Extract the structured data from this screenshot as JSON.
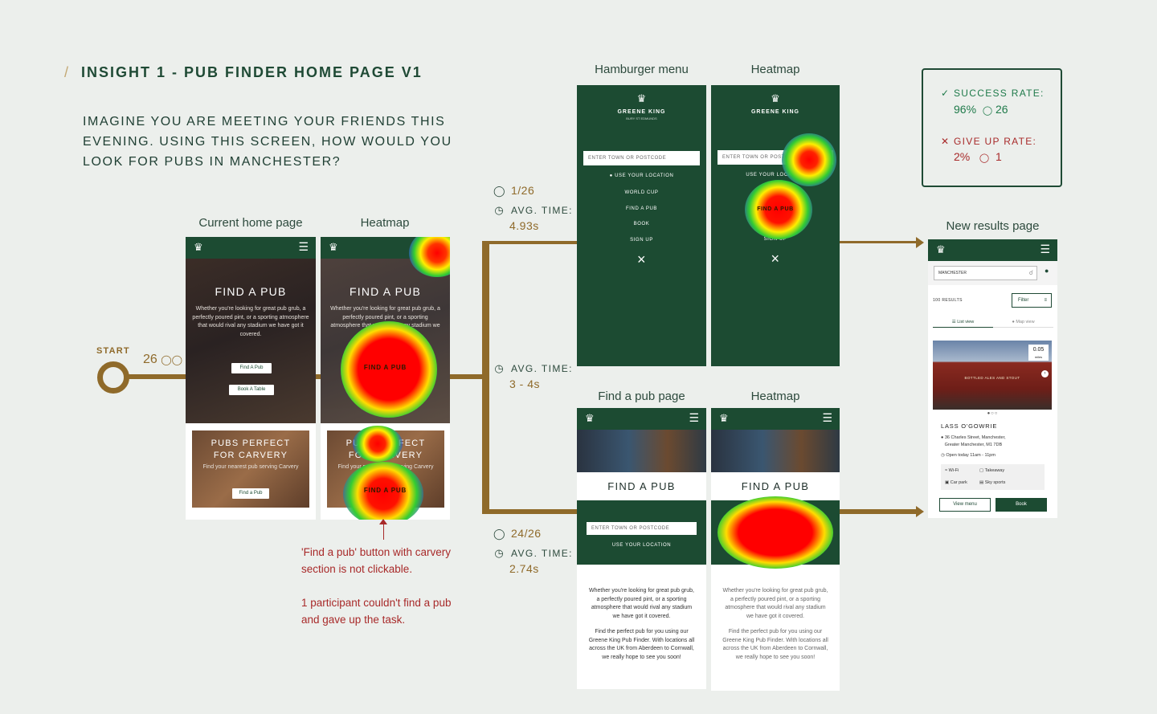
{
  "title": {
    "slash": "/",
    "insight": "INSIGHT 1",
    "dash": " - ",
    "rest": "PUB FINDER HOME PAGE V1"
  },
  "question": "IMAGINE YOU ARE MEETING YOUR FRIENDS THIS EVENING. USING THIS SCREEN, HOW WOULD YOU LOOK FOR PUBS IN MANCHESTER?",
  "start": {
    "label": "START",
    "count": "26"
  },
  "captions": {
    "current": "Current home page",
    "heatmap1": "Heatmap",
    "hamburger": "Hamburger menu",
    "heatmap2": "Heatmap",
    "findpub": "Find a pub page",
    "heatmap3": "Heatmap",
    "results": "New results page"
  },
  "home": {
    "hero_title": "FIND A PUB",
    "hero_body": "Whether you're looking for great pub grub, a perfectly poured pint, or a sporting atmosphere that would rival any stadium we have got it covered.",
    "btn1": "Find A Pub",
    "btn2": "Book A Table",
    "carvery_title": "PUBS PERFECT FOR CARVERY",
    "carvery_body": "Find your nearest pub serving Carvery",
    "carvery_btn": "Find a Pub"
  },
  "heat_labels": {
    "find_a_pub_1": "FIND A PUB",
    "find_a_pub_2": "FIND A PUB",
    "find_a_pub_3": "FIND A PUB"
  },
  "menu": {
    "logo": "GREENE KING",
    "logo_sub": "BURY ST EDMUNDS",
    "input": "ENTER TOWN OR POSTCODE",
    "location": "USE YOUR LOCATION",
    "items": [
      "WORLD CUP",
      "FIND A PUB",
      "BOOK",
      "SIGN UP"
    ],
    "close": "×"
  },
  "findpage": {
    "title": "FIND A PUB",
    "input": "ENTER TOWN OR POSTCODE",
    "location": "USE YOUR LOCATION",
    "p1": "Whether you're looking for great pub grub, a perfectly poured pint, or a sporting atmosphere that would rival any stadium we have got it covered.",
    "p2": "Find the perfect pub for you using our Greene King Pub Finder. With locations all across the UK from Aberdeen to Cornwall, we really hope to see you soon!"
  },
  "stats_top": {
    "participants": "1/26",
    "avg_label": "AVG. TIME:",
    "avg_value": "4.93s"
  },
  "stats_mid": {
    "avg_label": "AVG. TIME:",
    "avg_value": "3 - 4s"
  },
  "stats_bottom": {
    "participants": "24/26",
    "avg_label": "AVG. TIME:",
    "avg_value": "2.74s"
  },
  "summary": {
    "success_label": "SUCCESS RATE:",
    "success_pct": "96%",
    "success_count": "26",
    "giveup_label": "GIVE UP RATE:",
    "giveup_pct": "2%",
    "giveup_count": "1"
  },
  "notes": {
    "n1": "'Find a pub' button with carvery section is not clickable.",
    "n2": "1 participant couldn't find a pub and gave up the task."
  },
  "results": {
    "search": "MANCHESTER",
    "count": "100 RESULTS",
    "filter": "Filter",
    "list_view": "List view",
    "map_view": "Map view",
    "distance": "0.05",
    "distance_unit": "miles",
    "pub_name": "LASS O'GOWRIE",
    "address1": "36 Charles Street, Manchester,",
    "address2": "Greater Manchester, M1 7DB",
    "hours": "Open today 11am - 11pm",
    "amenities": [
      "Wi-Fi",
      "Takeaway",
      "Car park",
      "Sky sports"
    ],
    "view_menu": "View menu",
    "book": "Book",
    "sign": "BOTTLED ALES AND STOUT"
  },
  "colors": {
    "green": "#1c4b32",
    "gold": "#8f6a2a",
    "red": "#a82a2a",
    "bg": "#ecefec"
  }
}
